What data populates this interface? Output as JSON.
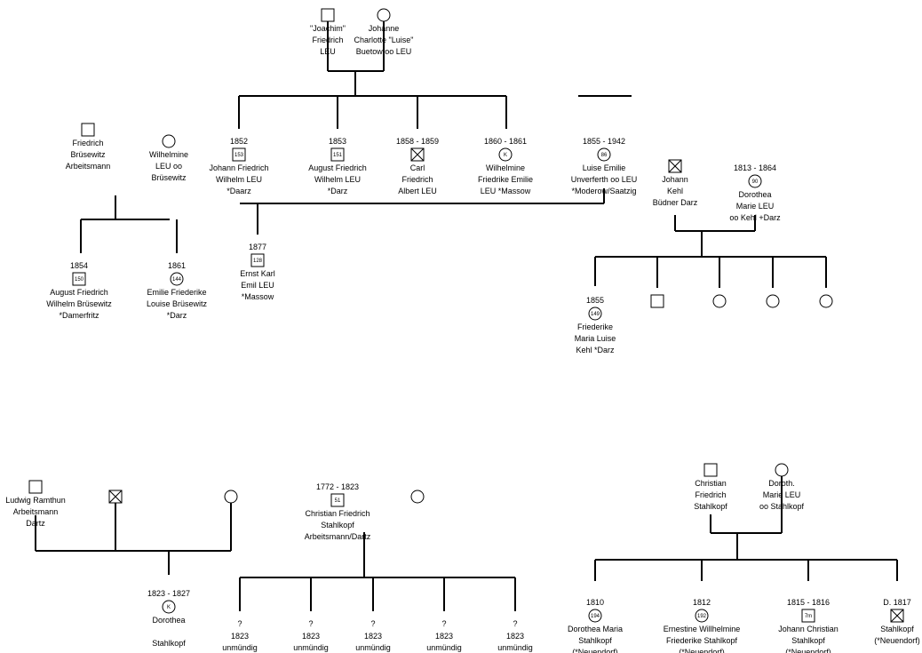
{
  "individuals": [
    {
      "id": "joachim",
      "sex": "male",
      "label": [
        "\"Joachim\"",
        "Friedrich",
        "LEU"
      ]
    },
    {
      "id": "johanne",
      "sex": "female",
      "label": [
        "Johanne",
        "Charlotte \"Luise\"",
        "Buetow oo LEU"
      ]
    },
    {
      "id": "johann_fw",
      "sex": "male",
      "years": "1852",
      "number": "153",
      "label": [
        "Johann Friedrich",
        "Wilhelm LEU",
        "*Daarz"
      ]
    },
    {
      "id": "august_fw_leu",
      "sex": "male",
      "years": "1853",
      "number": "151",
      "label": [
        "August Friedrich",
        "Wilhelm LEU",
        "*Darz"
      ]
    },
    {
      "id": "carl",
      "sex": "male",
      "deceased": true,
      "years": "1858 - 1859",
      "label": [
        "Carl",
        "Friedrich",
        "Albert LEU"
      ]
    },
    {
      "id": "wilhelmine_fe",
      "sex": "female",
      "years": "1860 - 1861",
      "number": "K",
      "label": [
        "Wilhelmine",
        "Friedrike Emilie",
        "LEU *Massow"
      ]
    },
    {
      "id": "luise_emilie",
      "sex": "female",
      "years": "1855 - 1942",
      "number": "86",
      "label": [
        "Luise Emilie",
        "Unverferth oo LEU",
        "*Moderow/Saatzig"
      ]
    },
    {
      "id": "ernst_karl",
      "sex": "male",
      "years": "1877",
      "number": "128",
      "label": [
        "Ernst Karl",
        "Emil LEU",
        "*Massow"
      ]
    },
    {
      "id": "friedrich_b",
      "sex": "male",
      "label": [
        "Friedrich",
        "Brüsewitz",
        "Arbeitsmann"
      ]
    },
    {
      "id": "wilhelmine_b",
      "sex": "female",
      "label": [
        "Wilhelmine",
        "LEU oo",
        "Brüsewitz"
      ]
    },
    {
      "id": "august_fw_b",
      "sex": "male",
      "years": "1854",
      "number": "150",
      "label": [
        "August Friedrich",
        "Wilhelm Brüsewitz",
        "*Damerfritz"
      ]
    },
    {
      "id": "emilie_fl",
      "sex": "female",
      "years": "1861",
      "number": "144",
      "label": [
        "Emilie Friederike",
        "Louise Brüsewitz",
        "*Darz"
      ]
    },
    {
      "id": "johann_kehl",
      "sex": "male",
      "deceased": true,
      "label": [
        "Johann",
        "Kehl",
        "Büdner Darz"
      ]
    },
    {
      "id": "dorothea_ml",
      "sex": "female",
      "years": "1813 - 1864",
      "number": "90",
      "label": [
        "Dorothea",
        "Marie  LEU",
        "oo Kehl +Darz"
      ]
    },
    {
      "id": "friederike_ml",
      "sex": "female",
      "years": "1855",
      "number": "149",
      "label": [
        "Friederike",
        "Maria Luise",
        "Kehl *Darz"
      ]
    },
    {
      "id": "kehl_c2",
      "sex": "male",
      "label": []
    },
    {
      "id": "kehl_c3",
      "sex": "female",
      "label": []
    },
    {
      "id": "kehl_c4",
      "sex": "female",
      "label": []
    },
    {
      "id": "kehl_c5",
      "sex": "female",
      "label": []
    },
    {
      "id": "ludwig",
      "sex": "male",
      "label": [
        "Ludwig Ramthun",
        "Arbeitsmann",
        "Dartz"
      ]
    },
    {
      "id": "ramthun_male",
      "sex": "male",
      "deceased": true,
      "label": []
    },
    {
      "id": "ramthun_female",
      "sex": "female",
      "label": []
    },
    {
      "id": "dorothea_s",
      "sex": "female",
      "years": "1823 - 1827",
      "number": "K",
      "label": [
        "Dorothea",
        "",
        "Stahlkopf"
      ]
    },
    {
      "id": "christian_f_sk",
      "sex": "male",
      "years": "1772 - 1823",
      "number": "51",
      "label": [
        "Christian Friedrich",
        "Stahlkopf",
        "Arbeitsmann/Dartz"
      ]
    },
    {
      "id": "christian_wife",
      "sex": "female",
      "label": []
    },
    {
      "id": "unk1",
      "sex": "unknown",
      "symbol_text": "?",
      "label": [
        "1823",
        "unmündig"
      ]
    },
    {
      "id": "unk2",
      "sex": "unknown",
      "symbol_text": "?",
      "label": [
        "1823",
        "unmündig"
      ]
    },
    {
      "id": "unk3",
      "sex": "unknown",
      "symbol_text": "?",
      "label": [
        "1823",
        "unmündig"
      ]
    },
    {
      "id": "unk4",
      "sex": "unknown",
      "symbol_text": "?",
      "label": [
        "1823",
        "unmündig"
      ]
    },
    {
      "id": "unk5",
      "sex": "unknown",
      "symbol_text": "?",
      "label": [
        "1823",
        "unmündig"
      ]
    },
    {
      "id": "christian_fs",
      "sex": "male",
      "label": [
        "Christian",
        "Friedrich",
        "Stahlkopf"
      ]
    },
    {
      "id": "doroth_leu",
      "sex": "female",
      "label": [
        "Doroth.",
        "Marie  LEU",
        "oo Stahlkopf"
      ]
    },
    {
      "id": "dorothea_maria",
      "sex": "female",
      "years": "1810",
      "number": "194",
      "label": [
        "Dorothea Maria",
        "Stahlkopf",
        "(*Neuendorf)"
      ]
    },
    {
      "id": "ernestine",
      "sex": "female",
      "years": "1812",
      "number": "192",
      "label": [
        "Ernestine Willhelmine",
        "Friederike Stahlkopf",
        "(*Neuendorf)"
      ]
    },
    {
      "id": "johann_christian",
      "sex": "male",
      "years": "1815 - 1816",
      "number": "7m",
      "label": [
        "Johann Christian",
        "Stahlkopf",
        "(*Neuendorf)"
      ]
    },
    {
      "id": "stahlkopf_d1817",
      "sex": "male",
      "deceased": true,
      "years": "D. 1817",
      "label": [
        "Stahlkopf",
        "(*Neuendorf)"
      ]
    }
  ]
}
